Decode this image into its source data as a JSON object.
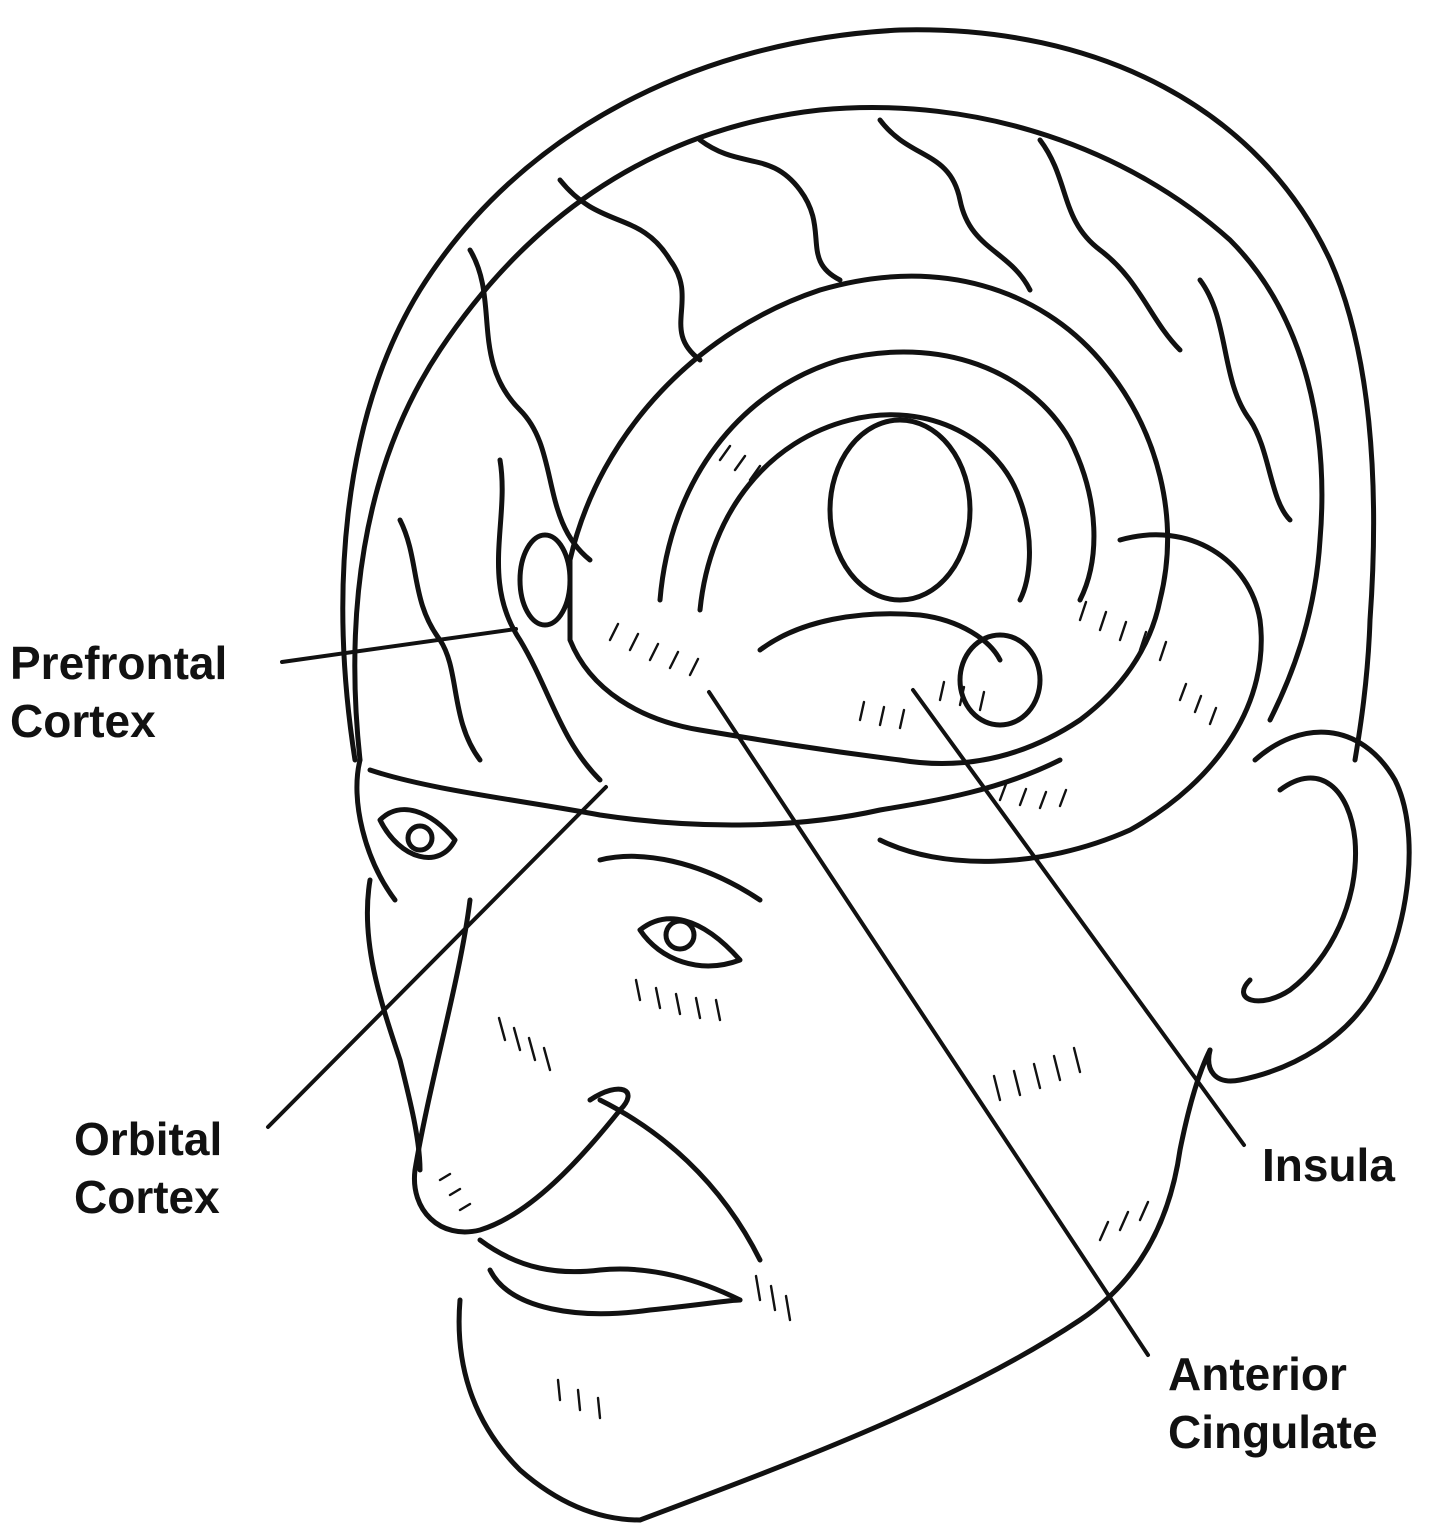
{
  "labels": {
    "prefrontal": {
      "line1": "Prefrontal",
      "line2": "Cortex"
    },
    "orbital": {
      "line1": "Orbital",
      "line2": "Cortex"
    },
    "insula": {
      "line1": "Insula"
    },
    "anterior_cingulate": {
      "line1": "Anterior",
      "line2": "Cingulate"
    }
  },
  "colors": {
    "ink": "#111111",
    "background": "#ffffff"
  }
}
